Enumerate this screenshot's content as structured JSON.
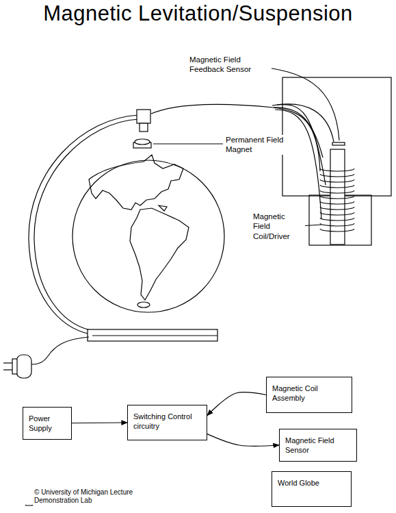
{
  "diagram": {
    "title": "Magnetic Levitation/Suspension",
    "nodes": [
      {
        "text": [
          "Magnetic Coil Assembly"
        ]
      },
      {
        "text": [
          "Power Supply"
        ]
      },
      {
        "text": [
          "Switching Control circuitry"
        ]
      },
      {
        "text": [
          "Magnetic Field Sensor"
        ]
      },
      {
        "text": [
          "World Globe"
        ]
      }
    ],
    "edges": [
      {
        "from": 1,
        "to": 2,
        "arrow": "to"
      },
      {
        "from": 0,
        "to": 2,
        "arrow": "to"
      },
      {
        "from": 2,
        "to": 3,
        "arrow": "to"
      }
    ],
    "labels": [
      "Magnetic Field Feedback Sensor",
      "Permanent Field Magnet",
      "Magnetic Field Coil/Driver",
      "© University of Michigan Lecture Demonstration Lab"
    ]
  }
}
